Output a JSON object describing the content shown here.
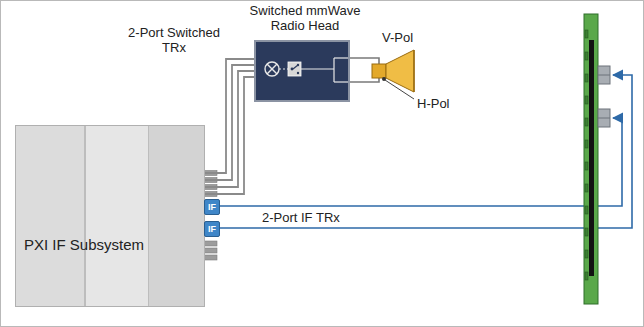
{
  "diagram": {
    "nodes": [
      {
        "text": [
          "PXI IF Subsystem"
        ]
      },
      {
        "text": [
          "IF"
        ],
        "in": 0
      },
      {
        "text": [
          "IF"
        ],
        "in": 0
      },
      {
        "text": [
          "Switched mmWave Radio Head"
        ]
      }
    ],
    "edges": [
      {
        "from": 0,
        "to": 3,
        "arrow": "none",
        "label": "2-Port Switched TRx"
      }
    ],
    "labels": [
      "V-Pol",
      "H-Pol",
      "2-Port IF TRx"
    ]
  }
}
